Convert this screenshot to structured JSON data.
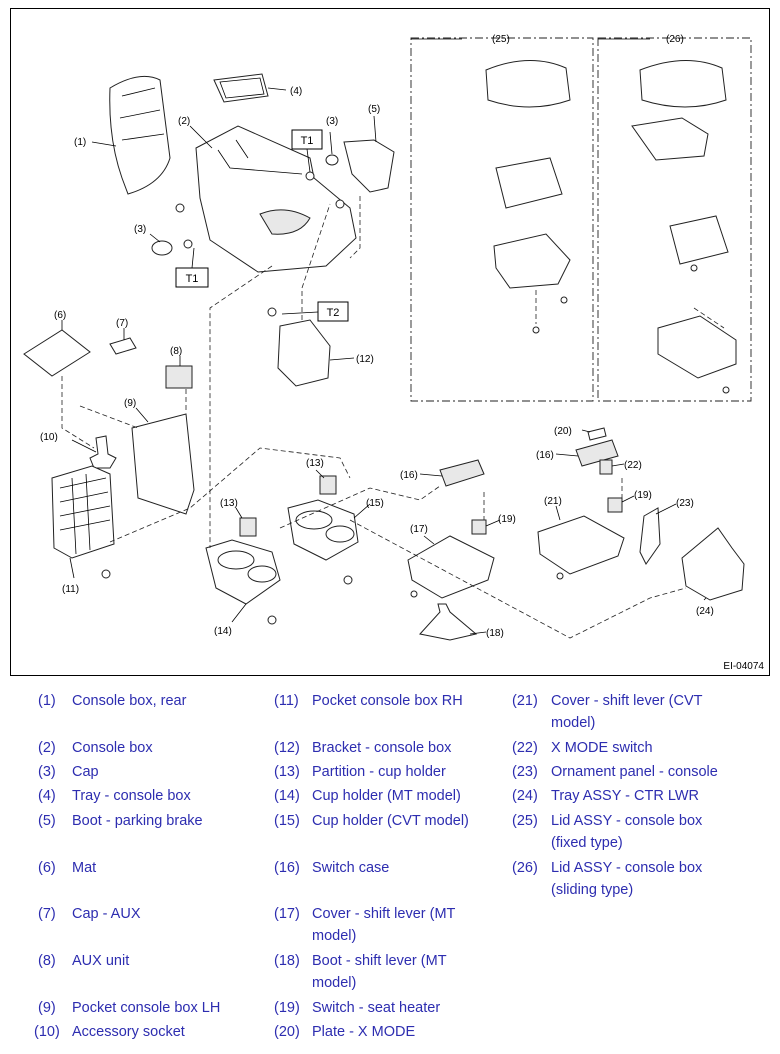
{
  "diagram": {
    "figure_id": "EI-04074",
    "ref_boxes": [
      "T1",
      "T1",
      "T2"
    ],
    "callouts": [
      "(1)",
      "(2)",
      "(3)",
      "(3)",
      "(4)",
      "(5)",
      "(6)",
      "(7)",
      "(8)",
      "(9)",
      "(10)",
      "(11)",
      "(12)",
      "(13)",
      "(13)",
      "(14)",
      "(15)",
      "(16)",
      "(16)",
      "(17)",
      "(18)",
      "(19)",
      "(19)",
      "(20)",
      "(21)",
      "(22)",
      "(23)",
      "(24)",
      "(25)",
      "(26)"
    ]
  },
  "legend": [
    {
      "num": "(1)",
      "label": "Console box, rear"
    },
    {
      "num": "(2)",
      "label": "Console box"
    },
    {
      "num": "(3)",
      "label": "Cap"
    },
    {
      "num": "(4)",
      "label": "Tray - console box"
    },
    {
      "num": "(5)",
      "label": "Boot - parking brake"
    },
    {
      "num": "(6)",
      "label": "Mat"
    },
    {
      "num": "(7)",
      "label": "Cap - AUX"
    },
    {
      "num": "(8)",
      "label": "AUX unit"
    },
    {
      "num": "(9)",
      "label": "Pocket console box LH"
    },
    {
      "num": "(10)",
      "label": "Accessory socket"
    },
    {
      "num": "(11)",
      "label": "Pocket console box RH"
    },
    {
      "num": "(12)",
      "label": "Bracket - console box"
    },
    {
      "num": "(13)",
      "label": "Partition - cup holder"
    },
    {
      "num": "(14)",
      "label": "Cup holder (MT model)"
    },
    {
      "num": "(15)",
      "label": "Cup holder (CVT model)"
    },
    {
      "num": "(16)",
      "label": "Switch case"
    },
    {
      "num": "(17)",
      "label": "Cover - shift lever (MT model)"
    },
    {
      "num": "(18)",
      "label": "Boot - shift lever (MT model)"
    },
    {
      "num": "(19)",
      "label": "Switch - seat heater"
    },
    {
      "num": "(20)",
      "label": "Plate - X MODE"
    },
    {
      "num": "(21)",
      "label": "Cover - shift lever (CVT model)"
    },
    {
      "num": "(22)",
      "label": "X MODE switch"
    },
    {
      "num": "(23)",
      "label": "Ornament panel - console"
    },
    {
      "num": "(24)",
      "label": "Tray ASSY - CTR LWR"
    },
    {
      "num": "(25)",
      "label": "Lid ASSY - console box (fixed type)"
    },
    {
      "num": "(26)",
      "label": "Lid ASSY - console box (sliding type)"
    }
  ]
}
